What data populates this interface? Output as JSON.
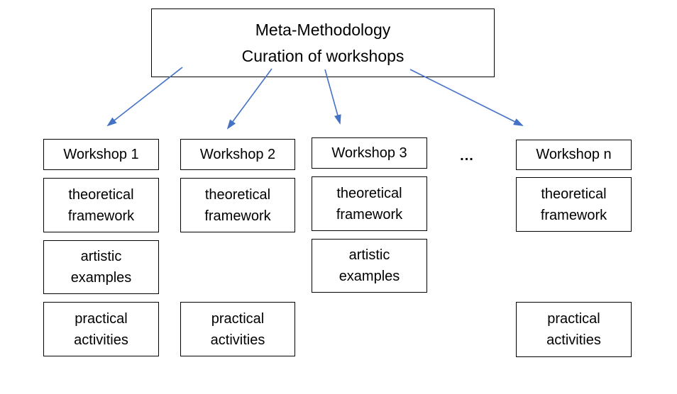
{
  "title": {
    "line1": "Meta-Methodology",
    "line2": "Curation of workshops"
  },
  "ellipsis_label": "...",
  "colors": {
    "arrow_blue": "#4472C4",
    "box_border": "#000000",
    "text": "#000000",
    "background": "#FFFFFF"
  },
  "columns": [
    {
      "header": "Workshop 1",
      "cells": {
        "theoretical": "theoretical\nframework",
        "artistic": "artistic\nexamples",
        "practical": "practical\nactivities"
      }
    },
    {
      "header": "Workshop 2",
      "cells": {
        "theoretical": "theoretical\nframework",
        "practical": "practical\nactivities"
      }
    },
    {
      "header": "Workshop 3",
      "cells": {
        "theoretical": "theoretical\nframework",
        "artistic": "artistic\nexamples"
      }
    },
    {
      "header": "Workshop n",
      "cells": {
        "theoretical": "theoretical\nframework",
        "practical": "practical\nactivities"
      }
    }
  ]
}
